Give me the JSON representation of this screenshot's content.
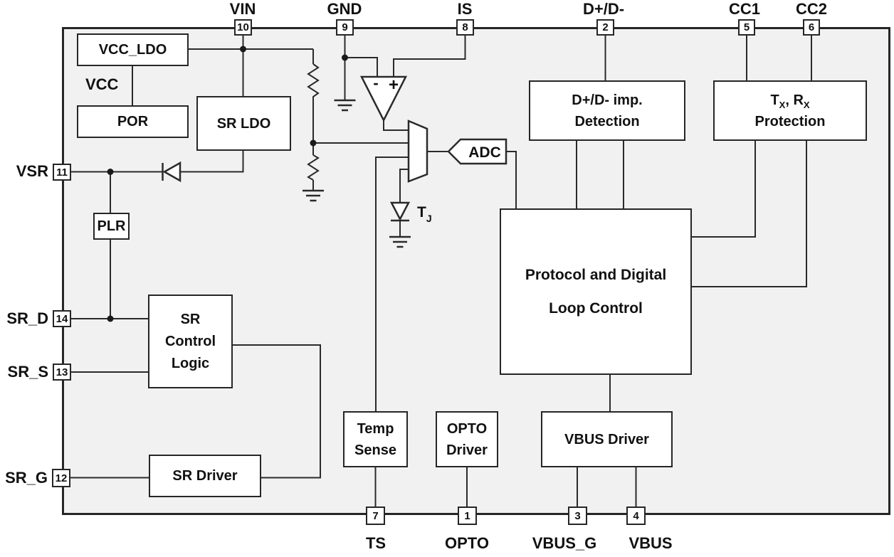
{
  "figure": {
    "type": "ic-functional-block-diagram"
  },
  "colors": {
    "chip_fill": "#f1f1f1",
    "block_fill": "#ffffff",
    "line": "#2a2a2a",
    "text": "#111111"
  },
  "pins": {
    "top": [
      {
        "label": "VIN",
        "number": "10"
      },
      {
        "label": "GND",
        "number": "9"
      },
      {
        "label": "IS",
        "number": "8"
      },
      {
        "label": "D+/D-",
        "number": "2"
      },
      {
        "label": "CC1",
        "number": "5"
      },
      {
        "label": "CC2",
        "number": "6"
      }
    ],
    "left": [
      {
        "label": "VSR",
        "number": "11"
      },
      {
        "label": "SR_D",
        "number": "14"
      },
      {
        "label": "SR_S",
        "number": "13"
      },
      {
        "label": "SR_G",
        "number": "12"
      }
    ],
    "bottom": [
      {
        "label": "TS",
        "number": "7"
      },
      {
        "label": "OPTO",
        "number": "1"
      },
      {
        "label": "VBUS_G",
        "number": "3"
      },
      {
        "label": "VBUS",
        "number": "4"
      }
    ]
  },
  "blocks": {
    "vcc_ldo": {
      "label": "VCC_LDO"
    },
    "por": {
      "label": "POR"
    },
    "sr_ldo": {
      "label": "SR LDO"
    },
    "plr": {
      "label": "PLR"
    },
    "sr_control": {
      "line1": "SR",
      "line2": "Control",
      "line3": "Logic"
    },
    "sr_driver": {
      "label": "SR Driver"
    },
    "temp_sense": {
      "line1": "Temp",
      "line2": "Sense"
    },
    "opto_driver": {
      "line1": "OPTO",
      "line2": "Driver"
    },
    "vbus_driver": {
      "label": "VBUS Driver"
    },
    "protocol": {
      "line1": "Protocol and Digital",
      "line2": "Loop Control"
    },
    "dpdm_detection": {
      "line1": "D+/D- imp.",
      "line2": "Detection"
    },
    "txrx_protection": {
      "t": "T",
      "t_sub": "X",
      "r": ", R",
      "r_sub": "X",
      "line2": "Protection"
    },
    "adc": {
      "label": "ADC"
    }
  },
  "labels": {
    "vcc": "VCC",
    "tj": {
      "t": "T",
      "sub": "J"
    },
    "comparator": {
      "minus": "-",
      "plus": "+"
    }
  }
}
